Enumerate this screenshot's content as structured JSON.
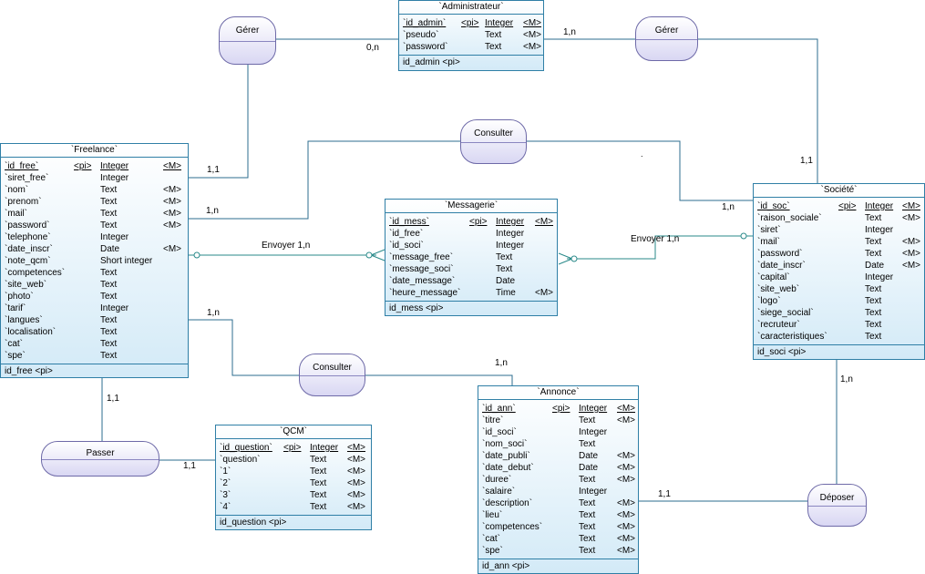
{
  "entities": {
    "administrateur": {
      "title": "`Administrateur`",
      "attrs": [
        {
          "name": "`id_admin`",
          "key": "<pi>",
          "type": "Integer",
          "mand": "<M>",
          "pk": true
        },
        {
          "name": "`pseudo`",
          "key": "",
          "type": "Text",
          "mand": "<M>"
        },
        {
          "name": "`password`",
          "key": "",
          "type": "Text",
          "mand": "<M>"
        }
      ],
      "identifier": "id_admin   <pi>"
    },
    "freelance": {
      "title": "`Freelance`",
      "attrs": [
        {
          "name": "`id_free`",
          "key": "<pi>",
          "type": "Integer",
          "mand": "<M>",
          "pk": true
        },
        {
          "name": "`siret_free`",
          "key": "",
          "type": "Integer",
          "mand": ""
        },
        {
          "name": "`nom`",
          "key": "",
          "type": "Text",
          "mand": "<M>"
        },
        {
          "name": "`prenom`",
          "key": "",
          "type": "Text",
          "mand": "<M>"
        },
        {
          "name": "`mail`",
          "key": "",
          "type": "Text",
          "mand": "<M>"
        },
        {
          "name": "`password`",
          "key": "",
          "type": "Text",
          "mand": "<M>"
        },
        {
          "name": "`telephone`",
          "key": "",
          "type": "Integer",
          "mand": ""
        },
        {
          "name": "`date_inscr`",
          "key": "",
          "type": "Date",
          "mand": "<M>"
        },
        {
          "name": "`note_qcm`",
          "key": "",
          "type": "Short integer",
          "mand": ""
        },
        {
          "name": "`competences`",
          "key": "",
          "type": "Text",
          "mand": ""
        },
        {
          "name": "`site_web`",
          "key": "",
          "type": "Text",
          "mand": ""
        },
        {
          "name": "`photo`",
          "key": "",
          "type": "Text",
          "mand": ""
        },
        {
          "name": "`tarif`",
          "key": "",
          "type": "Integer",
          "mand": ""
        },
        {
          "name": "`langues`",
          "key": "",
          "type": "Text",
          "mand": ""
        },
        {
          "name": "`localisation`",
          "key": "",
          "type": "Text",
          "mand": ""
        },
        {
          "name": "`cat`",
          "key": "",
          "type": "Text",
          "mand": ""
        },
        {
          "name": "`spe`",
          "key": "",
          "type": "Text",
          "mand": ""
        }
      ],
      "identifier": "id_free   <pi>"
    },
    "messagerie": {
      "title": "`Messagerie`",
      "attrs": [
        {
          "name": "`id_mess`",
          "key": "<pi>",
          "type": "Integer",
          "mand": "<M>",
          "pk": true
        },
        {
          "name": "`id_free`",
          "key": "",
          "type": "Integer",
          "mand": ""
        },
        {
          "name": "`id_soci`",
          "key": "",
          "type": "Integer",
          "mand": ""
        },
        {
          "name": "`message_free`",
          "key": "",
          "type": "Text",
          "mand": ""
        },
        {
          "name": "`message_soci`",
          "key": "",
          "type": "Text",
          "mand": ""
        },
        {
          "name": "`date_message`",
          "key": "",
          "type": "Date",
          "mand": ""
        },
        {
          "name": "`heure_message`",
          "key": "",
          "type": "Time",
          "mand": "<M>"
        }
      ],
      "identifier": "id_mess   <pi>"
    },
    "societe": {
      "title": "`Société`",
      "attrs": [
        {
          "name": "`id_soc`",
          "key": "<pi>",
          "type": "Integer",
          "mand": "<M>",
          "pk": true
        },
        {
          "name": "`raison_sociale`",
          "key": "",
          "type": "Text",
          "mand": "<M>"
        },
        {
          "name": "`siret`",
          "key": "",
          "type": "Integer",
          "mand": ""
        },
        {
          "name": "`mail`",
          "key": "",
          "type": "Text",
          "mand": "<M>"
        },
        {
          "name": "`password`",
          "key": "",
          "type": "Text",
          "mand": "<M>"
        },
        {
          "name": "`date_inscr`",
          "key": "",
          "type": "Date",
          "mand": "<M>"
        },
        {
          "name": "`capital`",
          "key": "",
          "type": "Integer",
          "mand": ""
        },
        {
          "name": "`site_web`",
          "key": "",
          "type": "Text",
          "mand": ""
        },
        {
          "name": "`logo`",
          "key": "",
          "type": "Text",
          "mand": ""
        },
        {
          "name": "`siege_social`",
          "key": "",
          "type": "Text",
          "mand": ""
        },
        {
          "name": "`recruteur`",
          "key": "",
          "type": "Text",
          "mand": ""
        },
        {
          "name": "`caracteristiques`",
          "key": "",
          "type": "Text",
          "mand": ""
        }
      ],
      "identifier": "id_soci   <pi>"
    },
    "qcm": {
      "title": "`QCM`",
      "attrs": [
        {
          "name": "`id_question`",
          "key": "<pi>",
          "type": "Integer",
          "mand": "<M>",
          "pk": true
        },
        {
          "name": "`question`",
          "key": "",
          "type": "Text",
          "mand": "<M>"
        },
        {
          "name": "`1`",
          "key": "",
          "type": "Text",
          "mand": "<M>"
        },
        {
          "name": "`2`",
          "key": "",
          "type": "Text",
          "mand": "<M>"
        },
        {
          "name": "`3`",
          "key": "",
          "type": "Text",
          "mand": "<M>"
        },
        {
          "name": "`4`",
          "key": "",
          "type": "Text",
          "mand": "<M>"
        }
      ],
      "identifier": "id_question   <pi>"
    },
    "annonce": {
      "title": "`Annonce`",
      "attrs": [
        {
          "name": "`id_ann`",
          "key": "<pi>",
          "type": "Integer",
          "mand": "<M>",
          "pk": true
        },
        {
          "name": "`titre`",
          "key": "",
          "type": "Text",
          "mand": "<M>"
        },
        {
          "name": "`id_soci`",
          "key": "",
          "type": "Integer",
          "mand": ""
        },
        {
          "name": "`nom_soci`",
          "key": "",
          "type": "Text",
          "mand": ""
        },
        {
          "name": "`date_publi`",
          "key": "",
          "type": "Date",
          "mand": "<M>"
        },
        {
          "name": "`date_debut`",
          "key": "",
          "type": "Date",
          "mand": "<M>"
        },
        {
          "name": "`duree`",
          "key": "",
          "type": "Text",
          "mand": "<M>"
        },
        {
          "name": "`salaire`",
          "key": "",
          "type": "Integer",
          "mand": ""
        },
        {
          "name": "`description`",
          "key": "",
          "type": "Text",
          "mand": "<M>"
        },
        {
          "name": "`lieu`",
          "key": "",
          "type": "Text",
          "mand": "<M>"
        },
        {
          "name": "`competences`",
          "key": "",
          "type": "Text",
          "mand": "<M>"
        },
        {
          "name": "`cat`",
          "key": "",
          "type": "Text",
          "mand": "<M>"
        },
        {
          "name": "`spe`",
          "key": "",
          "type": "Text",
          "mand": "<M>"
        }
      ],
      "identifier": "id_ann   <pi>"
    }
  },
  "associations": {
    "gerer_left": "Gérer",
    "gerer_right": "Gérer",
    "consulter_top": "Consulter",
    "consulter_bottom": "Consulter",
    "passer": "Passer",
    "deposer": "Déposer"
  },
  "links": {
    "envoyer_left": "Envoyer 1,n",
    "envoyer_right": "Envoyer 1,n"
  },
  "cardinalities": {
    "admin_gerer_left": "0,n",
    "admin_gerer_right": "1,n",
    "free_gerer": "1,1",
    "soc_gerer": "1,1",
    "free_consulter_top": "1,n",
    "soc_consulter_top": "1,n",
    "free_consulter_bottom": "1,n",
    "ann_consulter_bottom": "1,n",
    "free_passer": "1,1",
    "qcm_passer": "1,1",
    "soc_deposer": "1,n",
    "ann_deposer": "1,1"
  },
  "colors": {
    "entity_border": "#2f7fa6",
    "entity_fill_bottom": "#d3eaf7",
    "assoc_border": "#6e6aa8",
    "assoc_fill_bottom": "#d9d7f3",
    "plain_link": "#2c6d8f",
    "messaging_link": "#2a8a8a"
  }
}
